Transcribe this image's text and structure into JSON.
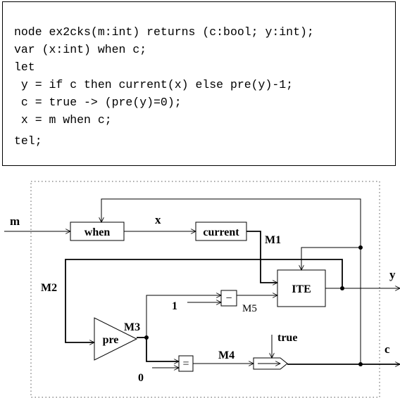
{
  "code": {
    "lines": [
      "node ex2cks(m:int) returns (c:bool; y:int);",
      "var (x:int) when c;",
      "let",
      " y = if c then current(x) else pre(y)-1;",
      " c = true -> (pre(y)=0);",
      " x = m when c;",
      "tel;"
    ]
  },
  "diagram": {
    "inputs": {
      "m": "m",
      "one": "1",
      "zero": "0",
      "true": "true"
    },
    "outputs": {
      "y": "y",
      "c": "c"
    },
    "blocks": {
      "when": "when",
      "current": "current",
      "ite": "ITE",
      "minus": "−",
      "pre": "pre",
      "equal": "=",
      "arrow": "→"
    },
    "wires": {
      "x": "x",
      "M1": "M1",
      "M2": "M2",
      "M3": "M3",
      "M4": "M4",
      "M5": "M5"
    }
  }
}
